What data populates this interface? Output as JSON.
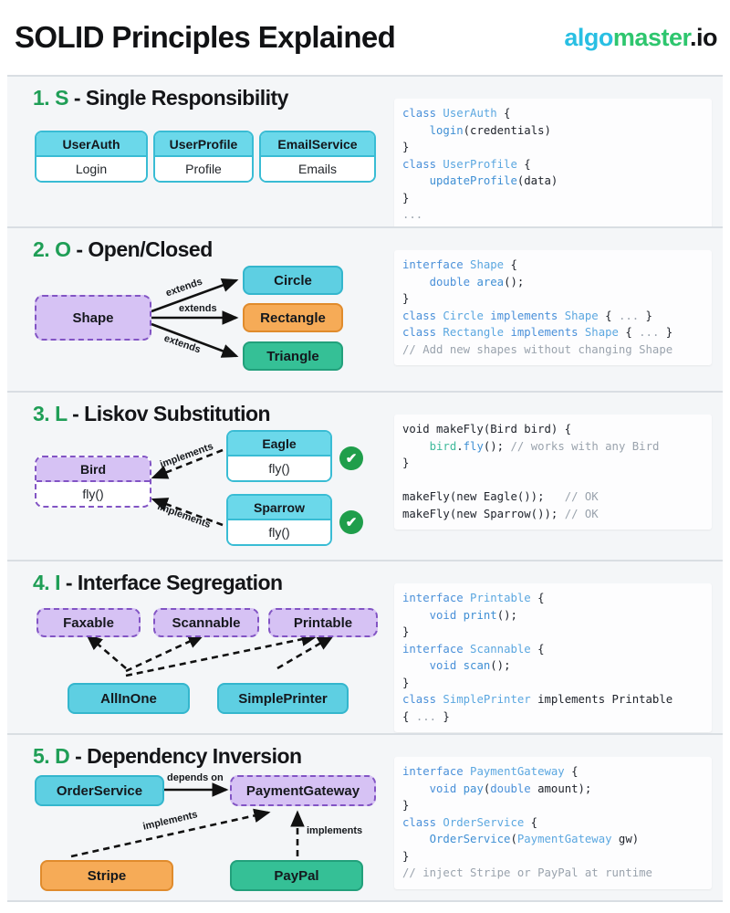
{
  "header": {
    "title": "SOLID Principles Explained",
    "brand_part1": "algo",
    "brand_part2": "master",
    "brand_part3": ".io"
  },
  "colors": {
    "accent_green": "#1f9e56",
    "class_cyan": "#6bd8ea",
    "interface_purple": "#d6c2f4",
    "orange": "#f6ab57",
    "teal": "#35c096",
    "brand_cyan": "#29bfe3",
    "brand_green": "#2ec66e"
  },
  "sections": [
    {
      "number": "1.",
      "letter": "S",
      "dash": "-",
      "name": "Single Responsibility",
      "boxes": [
        {
          "head": "UserAuth",
          "body": "Login"
        },
        {
          "head": "UserProfile",
          "body": "Profile"
        },
        {
          "head": "EmailService",
          "body": "Emails"
        }
      ],
      "code": [
        [
          {
            "t": "class ",
            "c": "kw"
          },
          {
            "t": "UserAuth",
            "c": "ty"
          },
          {
            "t": " {",
            "c": "pl"
          }
        ],
        [
          {
            "t": "    ",
            "c": "pl"
          },
          {
            "t": "login",
            "c": "fn"
          },
          {
            "t": "(credentials)",
            "c": "pl"
          }
        ],
        [
          {
            "t": "}",
            "c": "pl"
          }
        ],
        [
          {
            "t": "class ",
            "c": "kw"
          },
          {
            "t": "UserProfile",
            "c": "ty"
          },
          {
            "t": " {",
            "c": "pl"
          }
        ],
        [
          {
            "t": "    ",
            "c": "pl"
          },
          {
            "t": "updateProfile",
            "c": "fn"
          },
          {
            "t": "(data)",
            "c": "pl"
          }
        ],
        [
          {
            "t": "}",
            "c": "pl"
          }
        ],
        [
          {
            "t": "...",
            "c": "cm"
          }
        ]
      ]
    },
    {
      "number": "2.",
      "letter": "O",
      "dash": "-",
      "name": "Open/Closed",
      "base": "Shape",
      "edge_labels": [
        "extends",
        "extends",
        "extends"
      ],
      "children": [
        "Circle",
        "Rectangle",
        "Triangle"
      ],
      "code": [
        [
          {
            "t": "interface ",
            "c": "kw"
          },
          {
            "t": "Shape",
            "c": "ty"
          },
          {
            "t": " {",
            "c": "pl"
          }
        ],
        [
          {
            "t": "    ",
            "c": "pl"
          },
          {
            "t": "double ",
            "c": "kw"
          },
          {
            "t": "area",
            "c": "fn"
          },
          {
            "t": "();",
            "c": "pl"
          }
        ],
        [
          {
            "t": "}",
            "c": "pl"
          }
        ],
        [
          {
            "t": "class ",
            "c": "kw"
          },
          {
            "t": "Circle ",
            "c": "ty"
          },
          {
            "t": "implements ",
            "c": "kw"
          },
          {
            "t": "Shape",
            "c": "ty"
          },
          {
            "t": " { ",
            "c": "pl"
          },
          {
            "t": "...",
            "c": "cm"
          },
          {
            "t": " }",
            "c": "pl"
          }
        ],
        [
          {
            "t": "class ",
            "c": "kw"
          },
          {
            "t": "Rectangle ",
            "c": "ty"
          },
          {
            "t": "implements ",
            "c": "kw"
          },
          {
            "t": "Shape",
            "c": "ty"
          },
          {
            "t": " { ",
            "c": "pl"
          },
          {
            "t": "...",
            "c": "cm"
          },
          {
            "t": " }",
            "c": "pl"
          }
        ],
        [
          {
            "t": "// Add new shapes without changing Shape",
            "c": "cm"
          }
        ]
      ]
    },
    {
      "number": "3.",
      "letter": "L",
      "dash": "-",
      "name": "Liskov Substitution",
      "base": {
        "head": "Bird",
        "body": "fly()"
      },
      "edge_labels": [
        "implements",
        "implements"
      ],
      "children": [
        {
          "head": "Eagle",
          "body": "fly()",
          "check": "✔"
        },
        {
          "head": "Sparrow",
          "body": "fly()",
          "check": "✔"
        }
      ],
      "code": [
        [
          {
            "t": "void makeFly(Bird bird) {",
            "c": "pl"
          }
        ],
        [
          {
            "t": "    ",
            "c": "pl"
          },
          {
            "t": "bird",
            "c": "vr"
          },
          {
            "t": ".",
            "c": "pl"
          },
          {
            "t": "fly",
            "c": "fn"
          },
          {
            "t": "(); ",
            "c": "pl"
          },
          {
            "t": "// works with any Bird",
            "c": "cm"
          }
        ],
        [
          {
            "t": "}",
            "c": "pl"
          }
        ],
        [
          {
            "t": " ",
            "c": "pl"
          }
        ],
        [
          {
            "t": "makeFly(new Eagle());   ",
            "c": "pl"
          },
          {
            "t": "// OK",
            "c": "cm"
          }
        ],
        [
          {
            "t": "makeFly(new Sparrow()); ",
            "c": "pl"
          },
          {
            "t": "// OK",
            "c": "cm"
          }
        ]
      ]
    },
    {
      "number": "4.",
      "letter": "I",
      "dash": "-",
      "name": "Interface Segregation",
      "interfaces": [
        "Faxable",
        "Scannable",
        "Printable"
      ],
      "classes": [
        "AllInOne",
        "SimplePrinter"
      ],
      "code": [
        [
          {
            "t": "interface ",
            "c": "kw"
          },
          {
            "t": "Printable",
            "c": "ty"
          },
          {
            "t": " {",
            "c": "pl"
          }
        ],
        [
          {
            "t": "    ",
            "c": "pl"
          },
          {
            "t": "void ",
            "c": "kw"
          },
          {
            "t": "print",
            "c": "fn"
          },
          {
            "t": "();",
            "c": "pl"
          }
        ],
        [
          {
            "t": "}",
            "c": "pl"
          }
        ],
        [
          {
            "t": "interface ",
            "c": "kw"
          },
          {
            "t": "Scannable",
            "c": "ty"
          },
          {
            "t": " {",
            "c": "pl"
          }
        ],
        [
          {
            "t": "    ",
            "c": "pl"
          },
          {
            "t": "void ",
            "c": "kw"
          },
          {
            "t": "scan",
            "c": "fn"
          },
          {
            "t": "();",
            "c": "pl"
          }
        ],
        [
          {
            "t": "}",
            "c": "pl"
          }
        ],
        [
          {
            "t": "class ",
            "c": "kw"
          },
          {
            "t": "SimplePrinter",
            "c": "ty"
          },
          {
            "t": " implements Printable",
            "c": "pl"
          }
        ],
        [
          {
            "t": "{ ",
            "c": "pl"
          },
          {
            "t": "...",
            "c": "cm"
          },
          {
            "t": " }",
            "c": "pl"
          }
        ]
      ]
    },
    {
      "number": "5.",
      "letter": "D",
      "dash": "-",
      "name": "Dependency Inversion",
      "consumer": "OrderService",
      "abstraction": "PaymentGateway",
      "edge_labels": [
        "depends on",
        "implements",
        "implements"
      ],
      "implementations": [
        "Stripe",
        "PayPal"
      ],
      "code": [
        [
          {
            "t": "interface ",
            "c": "kw"
          },
          {
            "t": "PaymentGateway",
            "c": "ty"
          },
          {
            "t": " {",
            "c": "pl"
          }
        ],
        [
          {
            "t": "    ",
            "c": "pl"
          },
          {
            "t": "void ",
            "c": "kw"
          },
          {
            "t": "pay",
            "c": "fn"
          },
          {
            "t": "(",
            "c": "pl"
          },
          {
            "t": "double ",
            "c": "kw"
          },
          {
            "t": "amount);",
            "c": "pl"
          }
        ],
        [
          {
            "t": "}",
            "c": "pl"
          }
        ],
        [
          {
            "t": "class ",
            "c": "kw"
          },
          {
            "t": "OrderService",
            "c": "ty"
          },
          {
            "t": " {",
            "c": "pl"
          }
        ],
        [
          {
            "t": "    ",
            "c": "pl"
          },
          {
            "t": "OrderService",
            "c": "fn"
          },
          {
            "t": "(",
            "c": "pl"
          },
          {
            "t": "PaymentGateway",
            "c": "ty"
          },
          {
            "t": " gw)",
            "c": "pl"
          }
        ],
        [
          {
            "t": "}",
            "c": "pl"
          }
        ],
        [
          {
            "t": "// inject Stripe or PayPal at runtime",
            "c": "cm"
          }
        ]
      ]
    }
  ]
}
